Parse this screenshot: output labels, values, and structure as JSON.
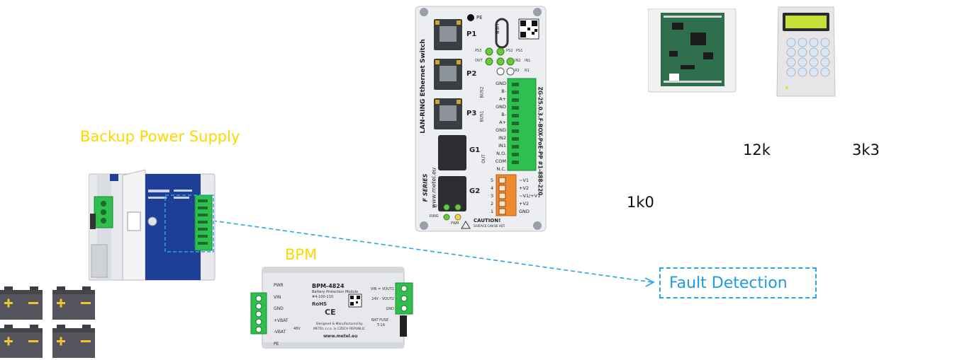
{
  "labels": {
    "backup_power_supply": "Backup Power Supply",
    "bpm": "BPM",
    "fault_detection": "Fault Detection",
    "r12k": "12k",
    "r3k3": "3k3",
    "r1k0": "1k0"
  },
  "switch": {
    "product_title": "LAN-RING Ethernet Switch",
    "model": "ZG-25.0.3.F-BOX-PoE-PP",
    "part_number": "#1-888-220",
    "series": "F SERIES",
    "website": "www.metel.eu",
    "usb": "USB",
    "pe": "PE",
    "ports": [
      "P1",
      "P2",
      "P3",
      "G1",
      "G2"
    ],
    "led_labels": [
      "PS3",
      "PS2",
      "PS1",
      "OUT",
      "IN2",
      "IN1",
      "R2",
      "R1"
    ],
    "bus_labels": [
      "BUS2",
      "BUS1"
    ],
    "terminal_labels": [
      "GND",
      "B-",
      "A+",
      "GND",
      "B-",
      "A+",
      "GND",
      "IN2",
      "IN1",
      "N.O.",
      "COM",
      "N.C."
    ],
    "out_label": "OUT",
    "power_labels": [
      "~V1",
      "+V2",
      "~V1/+V1",
      "+V2",
      "GND"
    ],
    "power_numbers": [
      "5",
      "4",
      "3",
      "2",
      "1"
    ],
    "bottom_leds": [
      "G2",
      "G1",
      "RING",
      "PWR"
    ],
    "caution": "CAUTION!",
    "caution_sub": "SURFACE CAN BE HOT"
  },
  "bpm_module": {
    "model": "BPM-4824",
    "name": "Battery Protection Module",
    "part": "#4-100-110",
    "rohs": "RoHS",
    "left_labels": [
      "PWR",
      "VIN",
      "GND",
      "+VBAT",
      "-VBAT",
      "PE"
    ],
    "volt": "48V",
    "right_labels": [
      "VIN = VOUT1",
      "24V - VOUT2",
      "GND"
    ],
    "fuse": "BAT FUSE",
    "fuse_value": "T-1A",
    "designed": "Designed & Manufactured by",
    "company": "METEL s.r.o. in CZECH REPUBLIC",
    "site": "www.metel.eu"
  },
  "colors": {
    "accent_blue": "#27a6e6",
    "label_yellow": "#ffd700",
    "terminal_green": "#2fbf4f",
    "terminal_orange": "#f08a32",
    "battery_dark": "#55555e",
    "battery_plus": "#f2c230",
    "battery_minus": "#f2c230",
    "psu_blue": "#1f3f96"
  },
  "icons": {
    "battery": "battery-icon",
    "arrow": "dashed-arrow-icon",
    "keypad": "keypad-icon",
    "pcb": "alarm-pcb-icon"
  }
}
